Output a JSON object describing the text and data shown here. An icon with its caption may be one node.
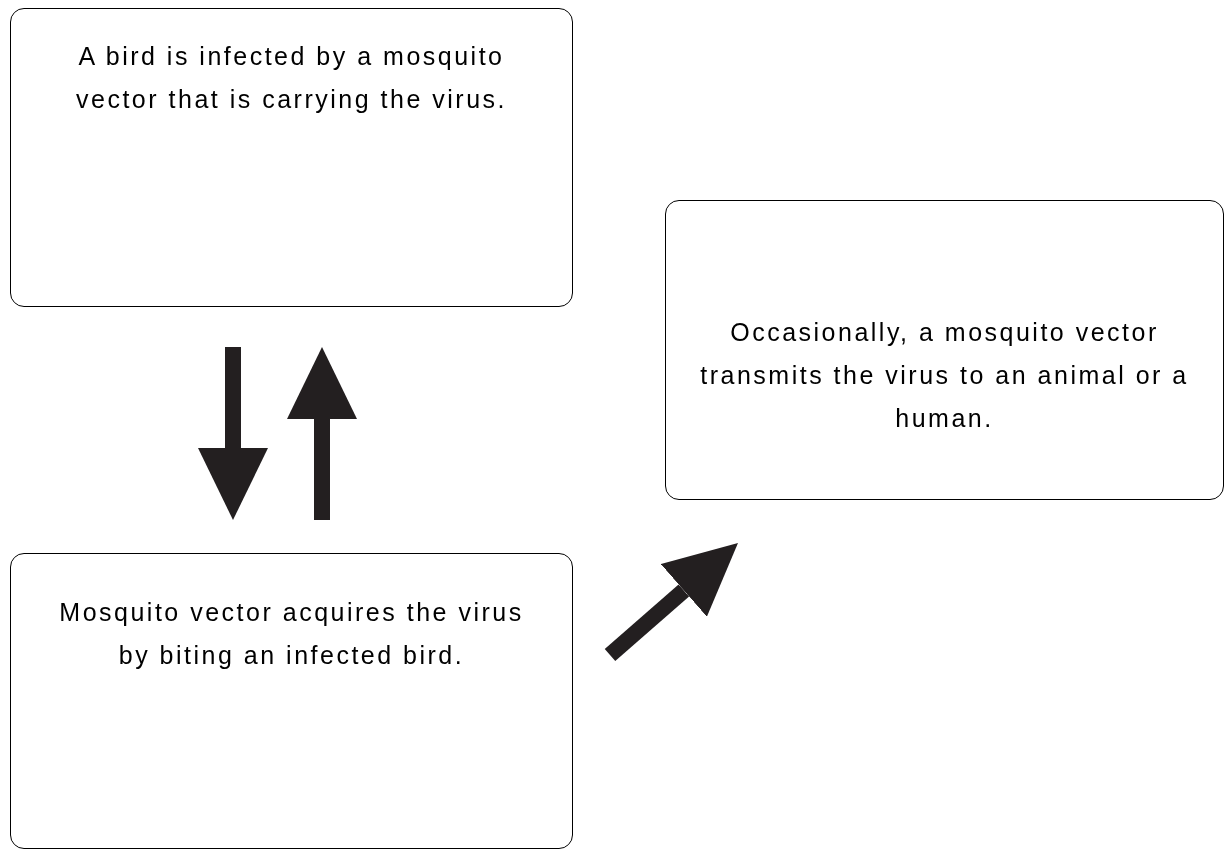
{
  "diagram": {
    "nodes": [
      {
        "text": [
          "A bird is infected by a mosquito vector that is carrying the virus."
        ]
      },
      {
        "text": [
          "Mosquito vector acquires the virus by biting an infected bird."
        ]
      },
      {
        "text": [
          "Occasionally, a mosquito vector transmits the virus to an animal or a human."
        ]
      }
    ],
    "edges": [
      {
        "from": 0,
        "to": 1,
        "arrow": "to"
      },
      {
        "from": 1,
        "to": 0,
        "arrow": "to"
      },
      {
        "from": 1,
        "to": 2,
        "arrow": "to"
      }
    ]
  }
}
